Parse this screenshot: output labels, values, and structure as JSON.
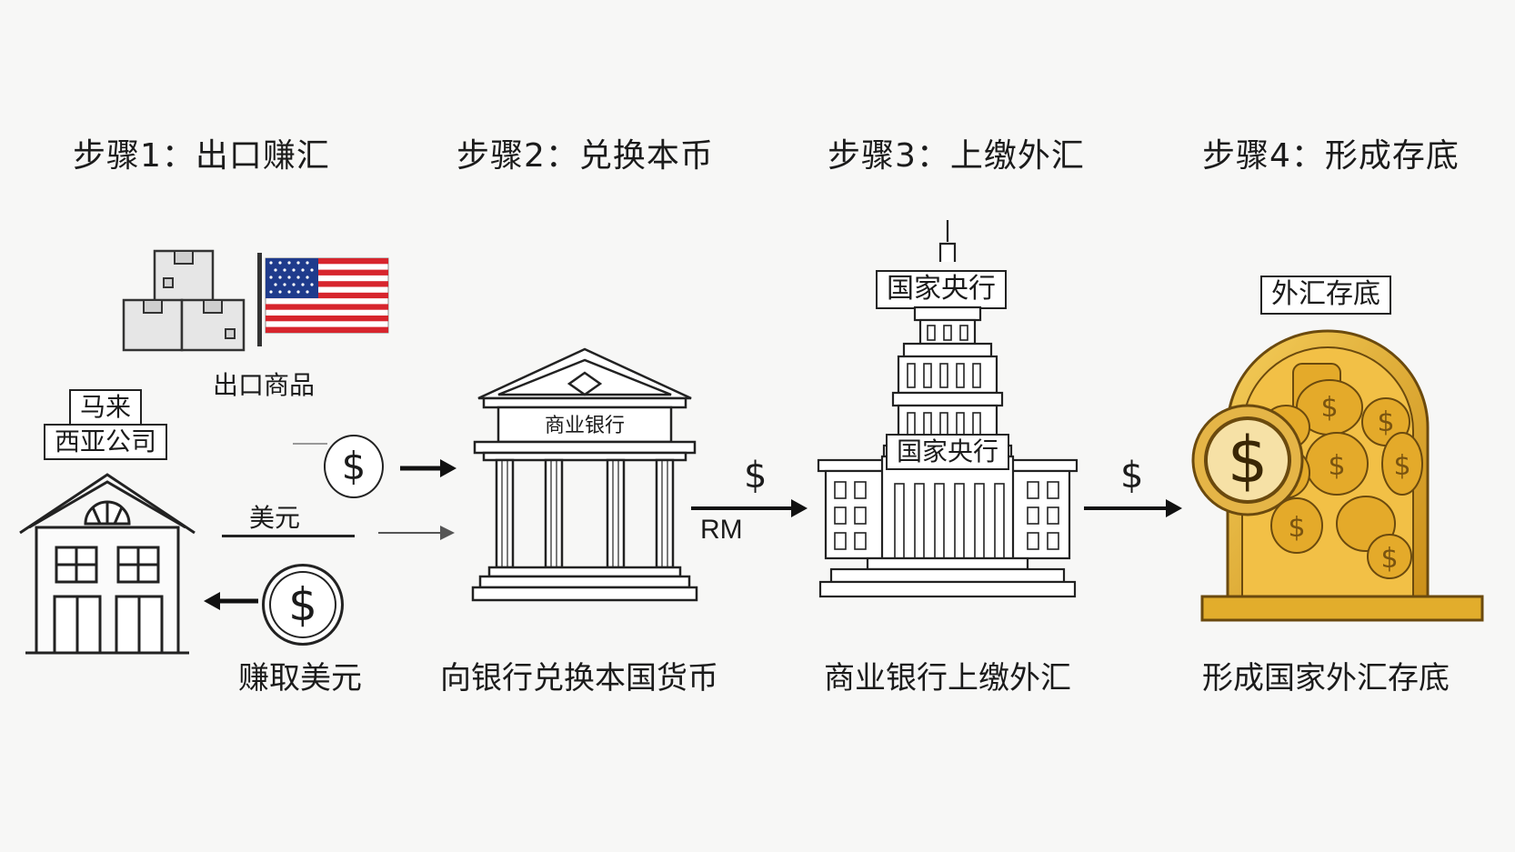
{
  "steps": [
    {
      "title": "步骤1：出口赚汇"
    },
    {
      "title": "步骤2：兑换本币"
    },
    {
      "title": "步骤3：上缴外汇"
    },
    {
      "title": "步骤4：形成存底"
    }
  ],
  "step1": {
    "goods_label": "出口商品",
    "company_label_line1": "马来",
    "company_label_line2": "西亚公司",
    "usd_label": "美元",
    "dollar_symbol": "$",
    "caption": "赚取美元"
  },
  "step2": {
    "bank_label": "商业银行",
    "caption": "向银行兑换本国货币",
    "arrow_top": "$",
    "arrow_bottom": "RM"
  },
  "step3": {
    "tag_label": "国家央行",
    "building_label": "国家央行",
    "caption": "商业银行上缴外汇",
    "arrow_top": "$"
  },
  "step4": {
    "tag_label": "外汇存底",
    "caption": "形成国家外汇存底",
    "dollar_symbol": "$"
  },
  "colors": {
    "gold": "#e2ad2c",
    "gold_dark": "#b77f12",
    "flag_red": "#d7252d",
    "flag_blue": "#1f3b8c",
    "line": "#222222"
  }
}
